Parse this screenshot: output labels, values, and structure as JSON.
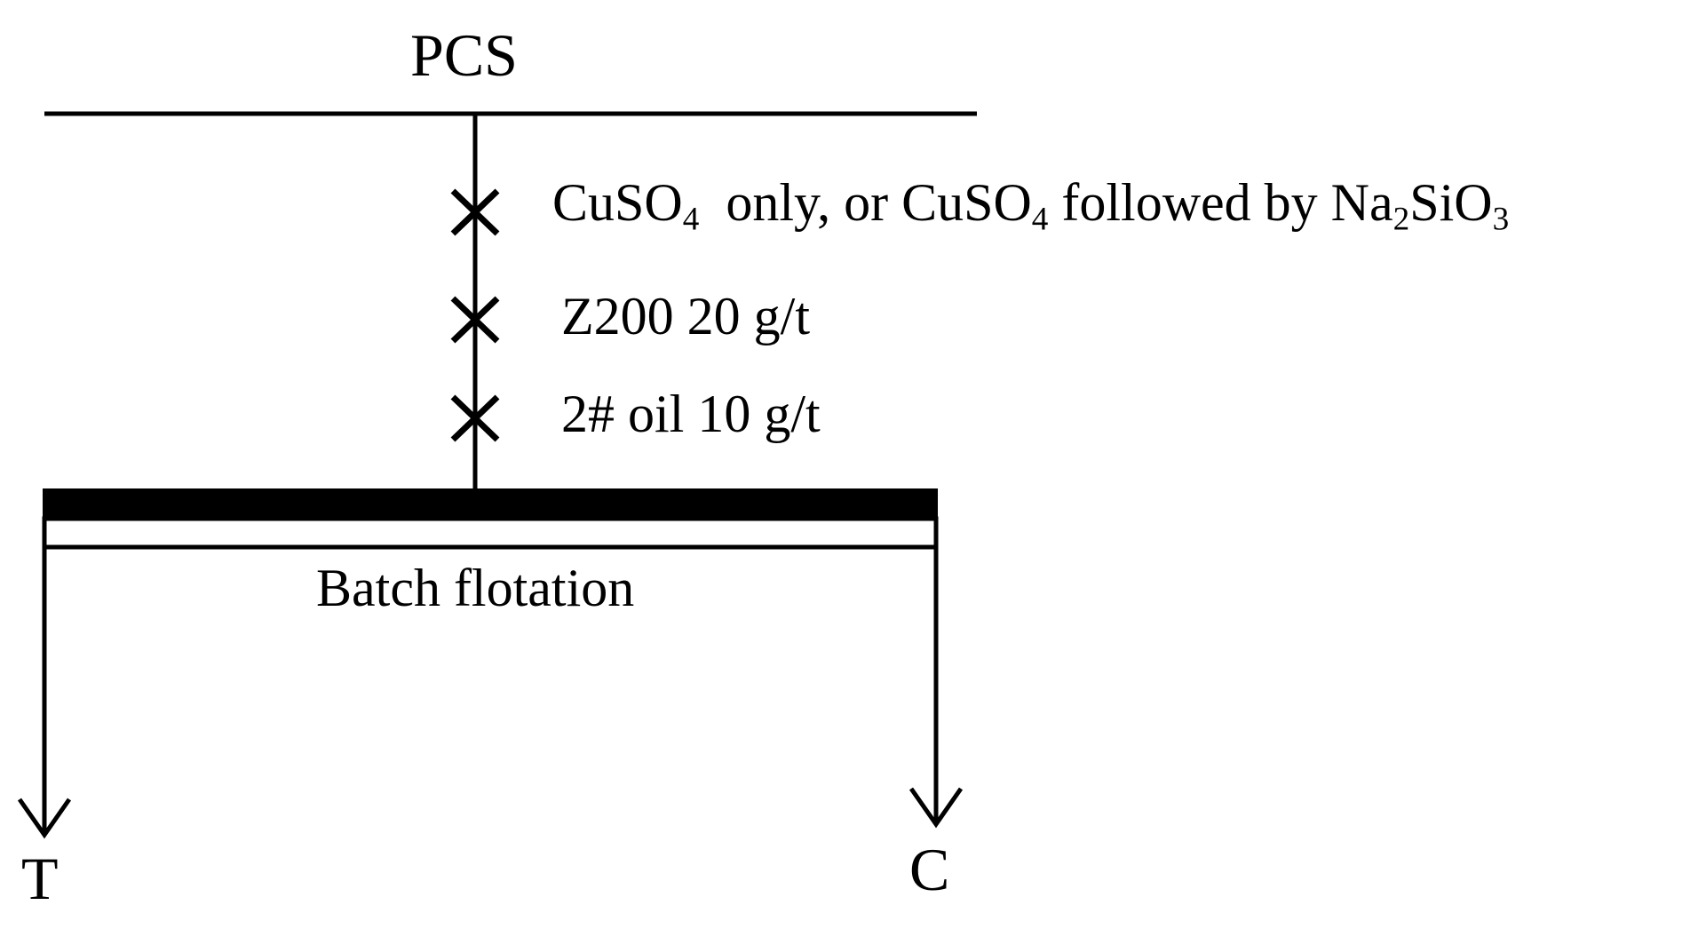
{
  "diagram": {
    "feed": "PCS",
    "reagents": [
      {
        "parts": [
          {
            "text": "CuSO",
            "sub": "4"
          },
          {
            "text": "  only, or CuSO",
            "sub": "4"
          },
          {
            "text": " followed by Na",
            "sub": "2"
          },
          {
            "text": "SiO",
            "sub": "3"
          }
        ]
      },
      {
        "text": "Z200 20 g/t"
      },
      {
        "text": "2# oil 10 g/t"
      }
    ],
    "operation": "Batch flotation",
    "products": {
      "tailings": "T",
      "concentrate": "C"
    }
  }
}
